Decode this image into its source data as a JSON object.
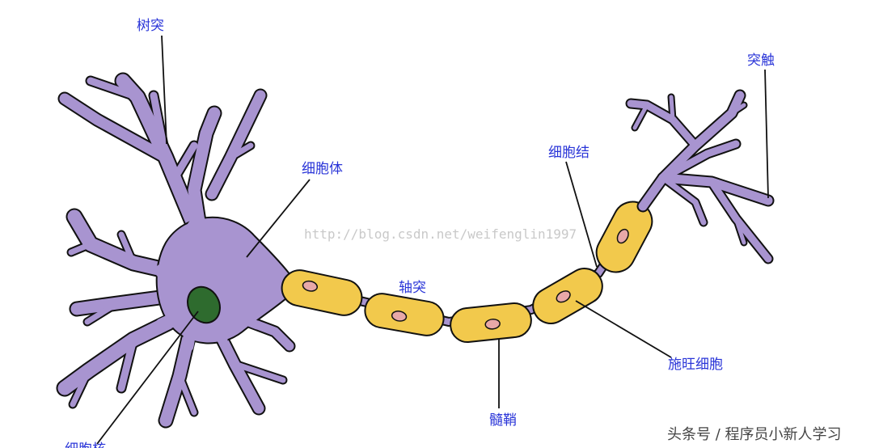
{
  "colors": {
    "dendrite": "#a894d0",
    "outline": "#111111",
    "nucleus": "#2e6b2e",
    "myelin": "#f2c94c",
    "schwann_nucleus": "#e8a8a8",
    "label": "#2a35d8",
    "leader": "#111111",
    "watermark": "#c9c9c9",
    "credit": "#444444"
  },
  "labels": {
    "dendrite": "树突",
    "synapse": "突触",
    "cell_body": "细胞体",
    "node": "细胞结",
    "axon": "轴突",
    "schwann_cell": "施旺细胞",
    "myelin_sheath": "髓鞘",
    "nucleus": "细胞核"
  },
  "watermark": "http://blog.csdn.net/weifenglin1997",
  "credit": "头条号 / 程序员小新人学习"
}
